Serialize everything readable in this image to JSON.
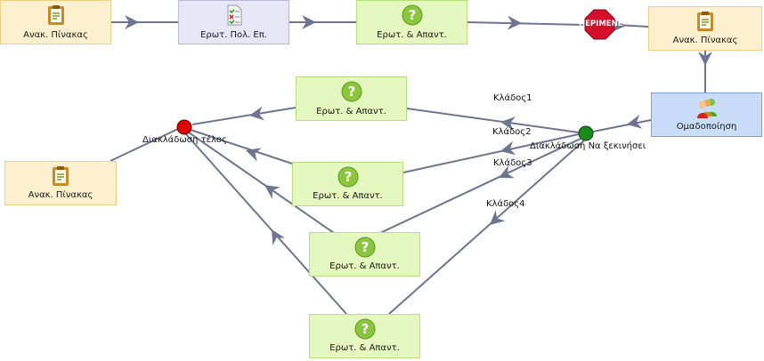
{
  "nodes": {
    "board_1": "Ανακ. Πίνακας",
    "form_1": "Ερωτ. Πολ. Επ.",
    "qa_top": "Ερωτ. & Απαντ.",
    "board_2": "Ανακ. Πίνακας",
    "grouping": "Ομαδοποίηση",
    "qa_branch1": "Ερωτ. & Απαντ.",
    "qa_branch2": "Ερωτ. & Απαντ.",
    "qa_branch3": "Ερωτ. & Απαντ.",
    "qa_branch4": "Ερωτ. & Απαντ.",
    "board_3": "Ανακ. Πίνακας"
  },
  "stop_sign": "ΠΕΡΙΜΕΝΕ",
  "branch_start_label": "Διακλάδωση Να ξεκινήσει",
  "branch_end_label": "Διακλάδωση τέλος",
  "branches": [
    "Κλάδος1",
    "Κλάδος2",
    "Κλάδος3",
    "Κλάδος4"
  ],
  "colors": {
    "edge": "#6e7591",
    "branch_start": "#1a8a1a",
    "branch_end": "#e00000",
    "stop_sign": "#d3102a"
  },
  "icons": {
    "board": "clipboard-icon",
    "form": "checklist-form-icon",
    "qa": "question-mark-icon",
    "group": "people-group-icon"
  }
}
